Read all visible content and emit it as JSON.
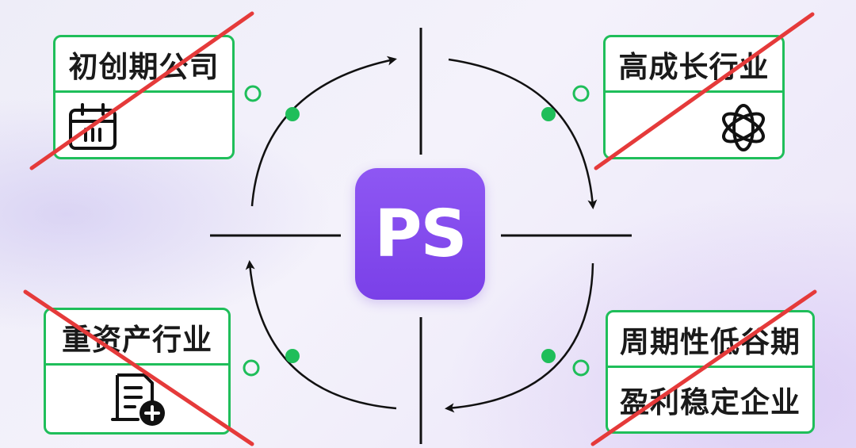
{
  "center_logo": {
    "text": "PS",
    "color": "#8a4ff0"
  },
  "accent": {
    "card_border": "#1fbe5a",
    "dot": "#1fbe5a",
    "strike": "#e53a3a"
  },
  "quadrants": {
    "top_left": {
      "title": "初创期公司",
      "icon": "calendar-icon",
      "crossed_out": true
    },
    "top_right": {
      "title": "高成长行业",
      "icon": "openai-logo-icon",
      "crossed_out": true
    },
    "bottom_left": {
      "title": "重资产行业",
      "icon": "document-plus-icon",
      "crossed_out": true
    },
    "bottom_right": {
      "title": "周期性低谷期",
      "subtitle": "盈利稳定企业",
      "crossed_out": true
    }
  }
}
